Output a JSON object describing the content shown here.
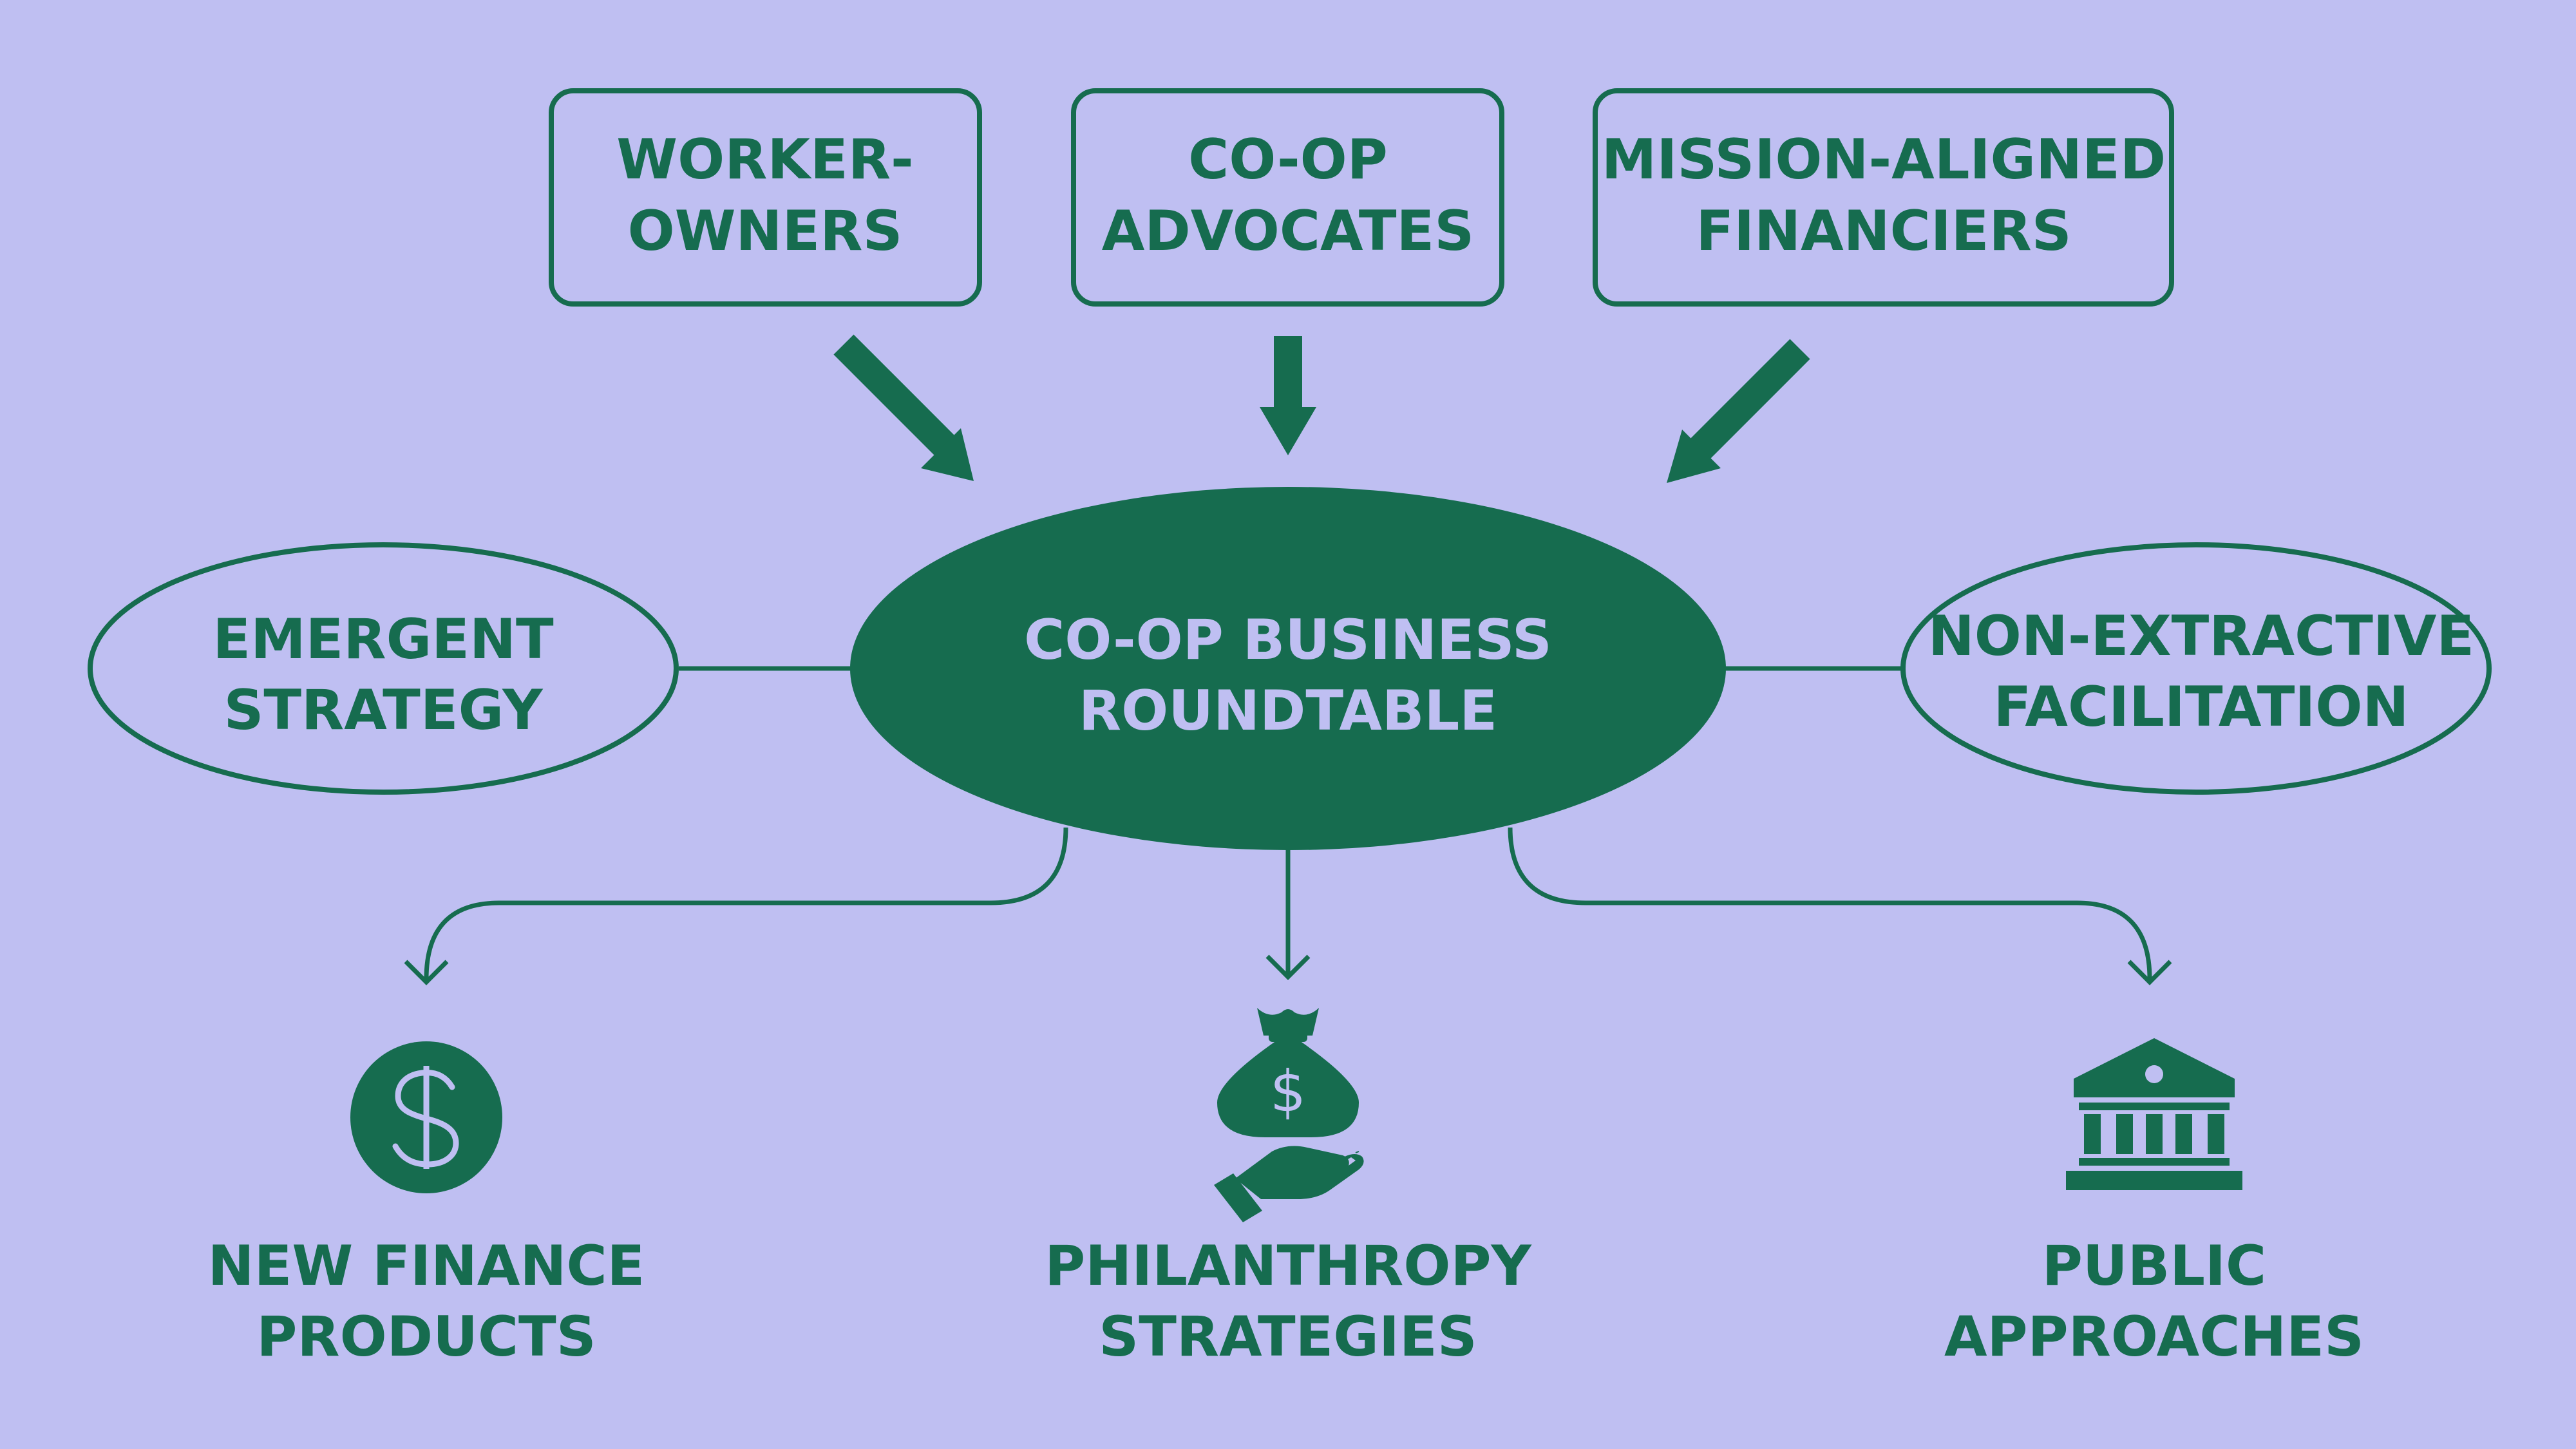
{
  "colors": {
    "background": "#bfbff2",
    "primary_green": "#166c4f",
    "center_text": "#bfbff2"
  },
  "inputs": [
    {
      "line1": "WORKER-",
      "line2": "OWNERS"
    },
    {
      "line1": "CO-OP",
      "line2": "ADVOCATES"
    },
    {
      "line1": "MISSION-ALIGNED",
      "line2": "FINANCIERS"
    }
  ],
  "center": {
    "line1": "CO-OP BUSINESS",
    "line2": "ROUNDTABLE"
  },
  "side_nodes": {
    "left": {
      "line1": "EMERGENT",
      "line2": "STRATEGY"
    },
    "right": {
      "line1": "NON-EXTRACTIVE",
      "line2": "FACILITATION"
    }
  },
  "outputs": [
    {
      "line1": "NEW FINANCE",
      "line2": "PRODUCTS",
      "icon": "dollar-coin-icon"
    },
    {
      "line1": "PHILANTHROPY",
      "line2": "STRATEGIES",
      "icon": "hand-money-bag-icon"
    },
    {
      "line1": "PUBLIC",
      "line2": "APPROACHES",
      "icon": "bank-building-icon"
    }
  ]
}
